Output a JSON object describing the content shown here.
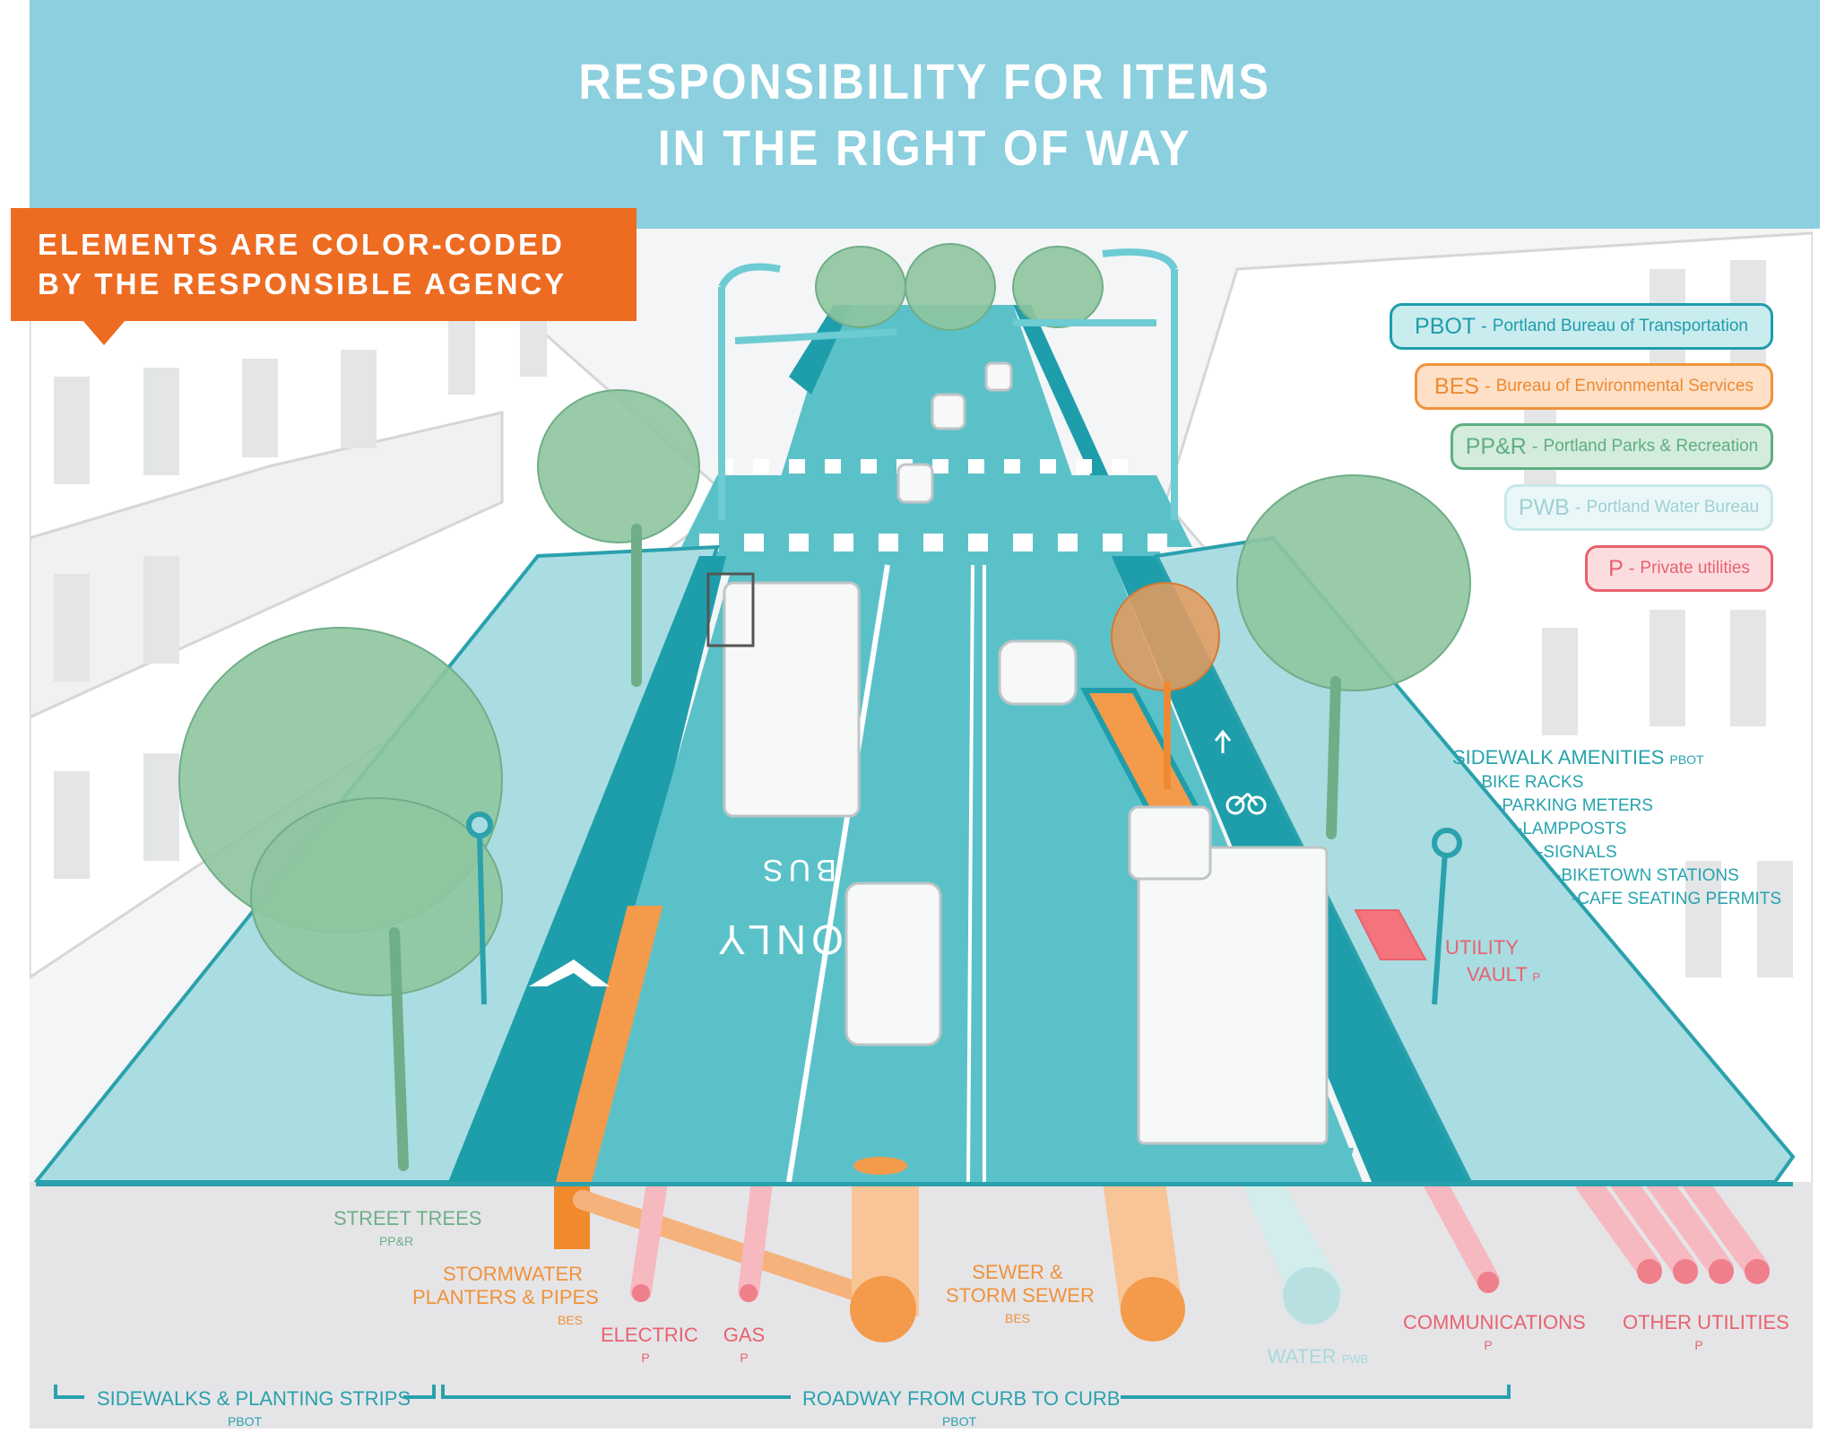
{
  "header": {
    "title_line1": "RESPONSIBILITY FOR ITEMS",
    "title_line2": "IN THE RIGHT OF WAY"
  },
  "callout": {
    "line1": "ELEMENTS ARE COLOR-CODED",
    "line2": "BY THE RESPONSIBLE AGENCY",
    "color": "#ee6c22"
  },
  "legend": [
    {
      "abbr": "PBOT",
      "name": "Portland Bureau of Transportation",
      "color": "#1f9dab",
      "fill": "#c9ecef"
    },
    {
      "abbr": "BES",
      "name": "Bureau of Environmental Services",
      "color": "#f0923a",
      "fill": "#fde0c6"
    },
    {
      "abbr": "PP&R",
      "name": "Portland Parks & Recreation",
      "color": "#5fae82",
      "fill": "#d3ecdc"
    },
    {
      "abbr": "PWB",
      "name": "Portland Water Bureau",
      "color": "#9fd6d9",
      "fill": "#e6f5f6"
    },
    {
      "abbr": "P",
      "name": "Private utilities",
      "color": "#e8626e",
      "fill": "#fbdde0"
    }
  ],
  "sidewalk_amenities": {
    "heading": "SIDEWALK AMENITIES",
    "agency": "PBOT",
    "items": [
      "-BIKE RACKS",
      "-PARKING METERS",
      "-LAMPPOSTS",
      "-SIGNALS",
      "-BIKETOWN STATIONS",
      "-CAFE SEATING PERMITS"
    ]
  },
  "utility_vault": {
    "line1": "UTILITY",
    "line2": "VAULT",
    "agency": "P"
  },
  "road_markings": {
    "bus": "BUS",
    "only": "ONLY"
  },
  "underground_labels": {
    "street_trees": {
      "label": "STREET TREES",
      "agency": "PP&R"
    },
    "stormwater": {
      "line1": "STORMWATER",
      "line2": "PLANTERS & PIPES",
      "agency": "BES"
    },
    "electric": {
      "label": "ELECTRIC",
      "agency": "P"
    },
    "gas": {
      "label": "GAS",
      "agency": "P"
    },
    "sewer": {
      "line1": "SEWER &",
      "line2": "STORM SEWER",
      "agency": "BES"
    },
    "water": {
      "label": "WATER",
      "agency": "PWB"
    },
    "communications": {
      "label": "COMMUNICATIONS",
      "agency": "P"
    },
    "other_utilities": {
      "label": "OTHER UTILITIES",
      "agency": "P"
    }
  },
  "zones": {
    "sidewalks": {
      "label": "SIDEWALKS & PLANTING STRIPS",
      "agency": "PBOT"
    },
    "roadway": {
      "label": "ROADWAY FROM CURB TO CURB",
      "agency": "PBOT"
    }
  },
  "colors": {
    "title_bg": "#8ccfde",
    "road": "#5bc1c9",
    "bike_lane": "#1e9eab",
    "sidewalk": "#a9dde2",
    "tree": "#8ec5a0",
    "planter": "#f39b4b",
    "underground_bg": "#e5e5e8"
  }
}
